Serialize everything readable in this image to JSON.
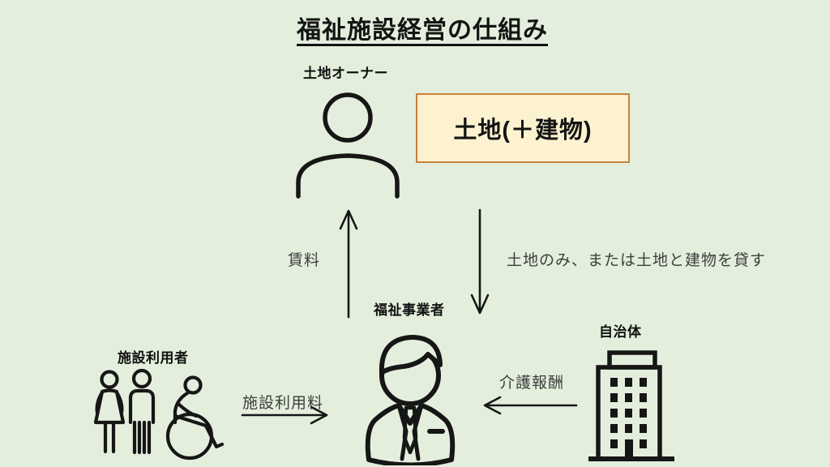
{
  "title": "福祉施設経営の仕組み",
  "colors": {
    "background": "#E3EFDC",
    "box_fill": "#FCF2CF",
    "box_border": "#C8803F",
    "ink": "#161616",
    "flow_label": "#3D3D3D"
  },
  "nodes": {
    "land_owner": {
      "label": "土地オーナー",
      "icon": "person-outline-icon"
    },
    "land_box": {
      "label": "土地(＋建物)"
    },
    "welfare_operator": {
      "label": "福祉事業者",
      "icon": "businessman-icon"
    },
    "facility_users": {
      "label": "施設利用者",
      "icon": "people-group-wheelchair-icon"
    },
    "municipality": {
      "label": "自治体",
      "icon": "office-building-icon"
    }
  },
  "flows": {
    "rent": {
      "label": "賃料",
      "direction": "up"
    },
    "lease": {
      "label": "土地のみ、または土地と建物を貸す",
      "direction": "down"
    },
    "usage_fee": {
      "label": "施設利用料",
      "direction": "right"
    },
    "care_fee": {
      "label": "介護報酬",
      "direction": "left"
    }
  }
}
